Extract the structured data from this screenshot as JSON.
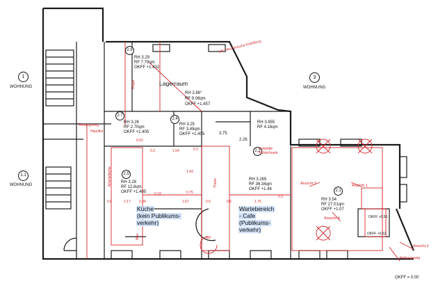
{
  "colors": {
    "walls": "#1a1a1a",
    "annotation": "#d4242a",
    "highlight": "#cfe0f6"
  },
  "units": {
    "u1": {
      "num": "1",
      "label": "WOHNUNG"
    },
    "u11": {
      "num": "1.1",
      "label": "WOHNUNG"
    },
    "u3": {
      "num": "3",
      "label": "WOHNUNG"
    }
  },
  "rooms": {
    "lager": {
      "name": "Lagerraum",
      "rh": "RH 2.88°",
      "rf": "RF 9.08qm",
      "okff": "OKFF +1.457"
    },
    "r28": {
      "num": "2.8",
      "rh": "RH 3.29",
      "rf": "RF 7.79qm",
      "okff": "OKFF +1.432"
    },
    "r27": {
      "num": "2.7",
      "rh": "RH 3.26",
      "rf": "RF 2.70qm",
      "okff": "OKFF +1.405"
    },
    "r24": {
      "num": "2.4",
      "rh": "RH 3.25",
      "rf": "RF 3.49qm",
      "okff": "OKFF +1.405"
    },
    "r23": {
      "rh": "RH 3.655",
      "rf": "RF 4.16qm"
    },
    "r25": {
      "num": "2.5",
      "rh": "RH 3.28",
      "rf": "RF 12.8qm",
      "okff": "OKFF +1.405"
    },
    "r22": {
      "num": "2.2",
      "rh": "RH 3.265",
      "rf": "RF 36.34qm",
      "okff": "OKFF +1.44"
    },
    "r21": {
      "num": "2.1",
      "rh": "RH 3.54",
      "rf": "RF 27.01qm",
      "okff": "OKFF +1.07"
    }
  },
  "highlights": {
    "kitchen": [
      "Küche",
      "(kein Publikums-",
      "verkehr)"
    ],
    "cafe": [
      "Wartebereich",
      "- Cafe",
      "(Publikums-",
      "verkehr)"
    ]
  },
  "annotations": {
    "lueftung": "Lbl. Mechanische Entlüftung",
    "rettungsweg_top": "Rettungsweg",
    "hausflur": "Hausflur",
    "ansicht1": "Ansicht 1",
    "ansicht2": "Ansicht 2",
    "ansicht3": "Ansicht 3",
    "ansicht4": "Ansicht 4",
    "rettungsweg_bottom": "Rettungsweg",
    "gekuehlte": "Gekühlte Kühlschrank",
    "okff_ramp": "OKFF +0.55",
    "okff_ramp2": "OKFF +0.62",
    "okff_bottom": "OKFF = 0.00",
    "regal": "Regal",
    "theke": "Theke",
    "arbeit": "Arbeitsfläche",
    "abw": "Abw"
  },
  "dims": [
    "0.6",
    "1.17",
    "0.84",
    "0.18",
    "1.67",
    "0.6",
    "0.6",
    "1.75",
    "0.3",
    "0.62",
    "0.3",
    "0.2",
    "0.8",
    "1.43",
    "3.75",
    "2.26",
    "0.75",
    "1.54"
  ]
}
